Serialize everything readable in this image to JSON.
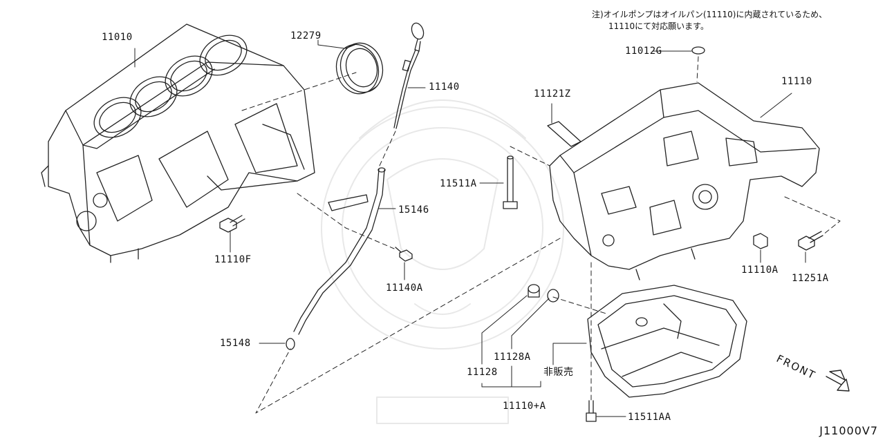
{
  "note": {
    "line1": "注)オイルポンプはオイルパン(11110)に内蔵されているため、",
    "line2": "11110にて対応願います。"
  },
  "labels": {
    "p11010": "11010",
    "p12279": "12279",
    "p11140": "11140",
    "p11012G": "11012G",
    "p11121Z": "11121Z",
    "p11110": "11110",
    "p11511A": "11511A",
    "p15146": "15146",
    "p11110F": "11110F",
    "p11140A": "11140A",
    "p11110A": "11110A",
    "p11251A": "11251A",
    "p15148": "15148",
    "p11128A": "11128A",
    "p11128": "11128",
    "hihanbai": "非販売",
    "p11110plusA": "11110+A",
    "p11511AA": "11511AA"
  },
  "front": "FRONT",
  "diagram_code": "J11000V7"
}
